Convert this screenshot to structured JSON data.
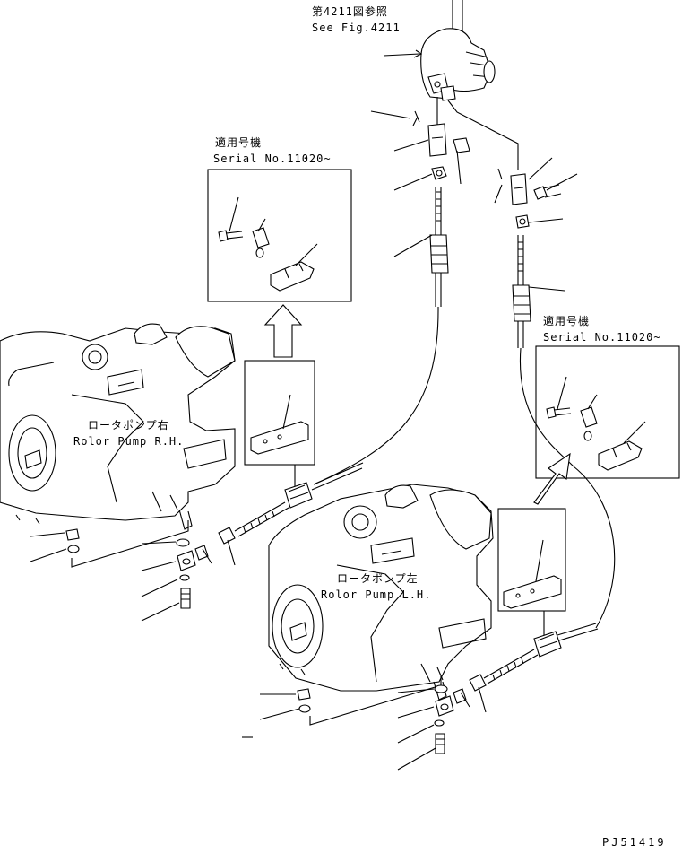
{
  "labels": {
    "ref_jp": "第4211図参照",
    "ref_en": "See Fig.4211",
    "serial_top_jp": "適用号機",
    "serial_top_en": "Serial No.11020~",
    "serial_right_jp": "適用号機",
    "serial_right_en": "Serial No.11020~",
    "pump_rh_jp": "ロータポンプ右",
    "pump_rh_en": "Rolor Pump R.H.",
    "pump_lh_jp": "ロータポンプ左",
    "pump_lh_en": "Rolor Pump L.H.",
    "drawing_no": "PJ51419"
  }
}
